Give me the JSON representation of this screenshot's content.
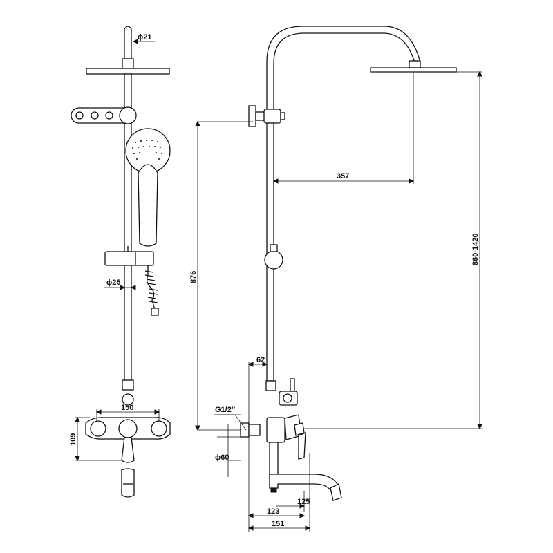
{
  "dimensions": {
    "top_inlet_diameter": "ϕ21",
    "rail_diameter": "ϕ25",
    "mixer_width_front": "150",
    "mixer_height": "109",
    "slide_height": "876",
    "arm_reach": "357",
    "adjust_range": "860-1420",
    "wall_offset": "62",
    "inlet_thread": "G1/2″",
    "escutcheon_diameter": "ϕ60",
    "spout_reach": "125",
    "body_depth": "123",
    "overall_depth": "151"
  }
}
